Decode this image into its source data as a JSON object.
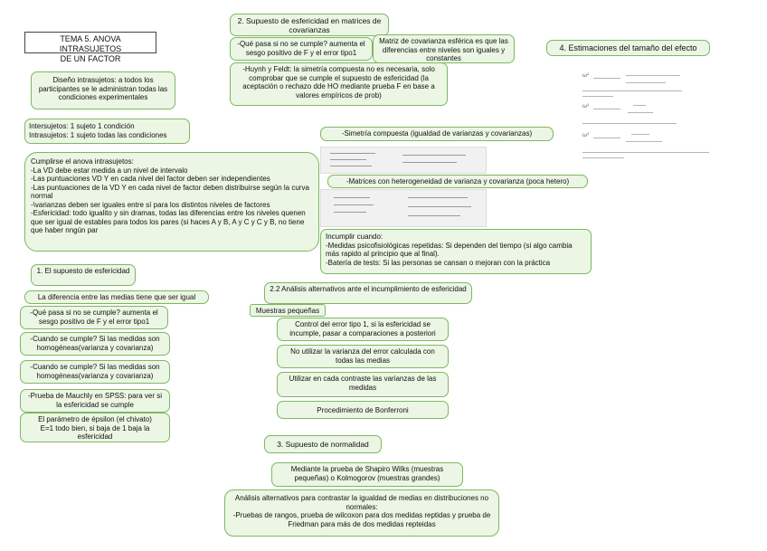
{
  "nodes": {
    "tema": "TEMA 5. ANOVA INTRASUJETOS\nDE UN FACTOR",
    "diseno": "Diseño intrasujetos: a todos los participantes se le administran todas las condiciones experimentales",
    "intersujetos": "Intersujetos: 1 sujeto 1 condición\nIntrasujetos: 1 sujeto todas las condiciones",
    "cumplirse": "Cumplirse el anova intrasujetos:\n-La VD debe estar medida a un nivel de intervalo\n-Las puntuaciones VD Y en cada nivel del factor deben ser independientes\n-Las puntuaciones de la VD Y en cada nivel de factor deben distribuirse según la curva normal\n-\\varianzas deben ser iguales entre sí para los distintos niveles de factores\n-Esfericidad: todo igualito y sin dramas, todas las diferencias entre los niveles quenen que ser igual de estables para todos los pares (si haces A y B, A y C y C y B, no tiene que haber nngún par",
    "supuesto1": "1. El supuesto de esfericidad",
    "diferencia": "La diferencia entre las medias tiene que ser igual",
    "quepasa1": "-Qué pasa si no se cumple? aumenta el sesgo positivo de F y el error tipo1",
    "cuando1": "-Cuando se cumple? Si las medidas son homogéneas(varianza y covarianza)",
    "cuando2": "-Cuando se cumple? Si las medidas son homogéneas(varianza y covarianza)",
    "mauchly": "-Prueba de Mauchly en SPSS: para ver si la esfericidad se cumple",
    "epsilon": "El parámetro de épsilon (el chivato)\nE=1 todo bien, si baja de 1 baja la esfericidad",
    "supuesto2": "2. Supuesto de esfericidad en matrices de covarianzas",
    "quepasa2": "-Qué pasa si no se cumple? aumenta el sesgo positivo de F y el error tipo1",
    "matriz": "Matriz de covarianza esférica es que las diferencias entre niveles son iguales y constantes",
    "huynh": "-Huynh y Feldt: la simetría compuesta no es necesaria, solo comprobar que se cumple el supuesto de esfericidad (la aceptación o rechazo dde HO mediante prueba F en base a valores empíricos de prob)",
    "estimaciones": "4. Estimaciones del tamaño del efecto",
    "simetria": "-Simetría compuesta (igualdad de varianzas y covarianzas)",
    "matrices": "-Matrices con heterogeneidad de varianza y covarianza (poca hetero)",
    "incumplir": "Incumplir cuando:\n-Medidas psicofisiológicas repetidas: Si dependen del tiempo (si algo cambia más rapido al principio que al final).\n-Batería de tests: Si las personas se cansan o mejoran con la práctica",
    "analisis22": "2.2 Análisis alternativos ante el incumplimiento de esfericidad",
    "muestras": "Muestras pequeñas",
    "control": "Control del error tipo 1, si la esfericidad se incumple, pasar a comparaciones a posteriori",
    "noutilizar": "No utilizar la varianza del error calculada con todas las medias",
    "utilizar": "Utilizar en cada contraste las varianzas de las medidas",
    "bonferroni": "Procedimiento de Bonferroni",
    "supuesto3": "3. Supuesto de normalidad",
    "shapiro": "Mediante la prueba de Shapiro Wilks (muestras pequeñas) o Kolmogorov (muestras grandes)",
    "alternativos": "Análisis alternativos para contrastar la igualdad de medias en distribuciones no normales:\n-Pruebas de rangos, prueba de wilcoxon para dos medidas reptidas y prueba de Friedman para más de dos medidas repteidas"
  },
  "colors": {
    "node_fill": "#ecf6e4",
    "node_border": "#7cb861"
  }
}
